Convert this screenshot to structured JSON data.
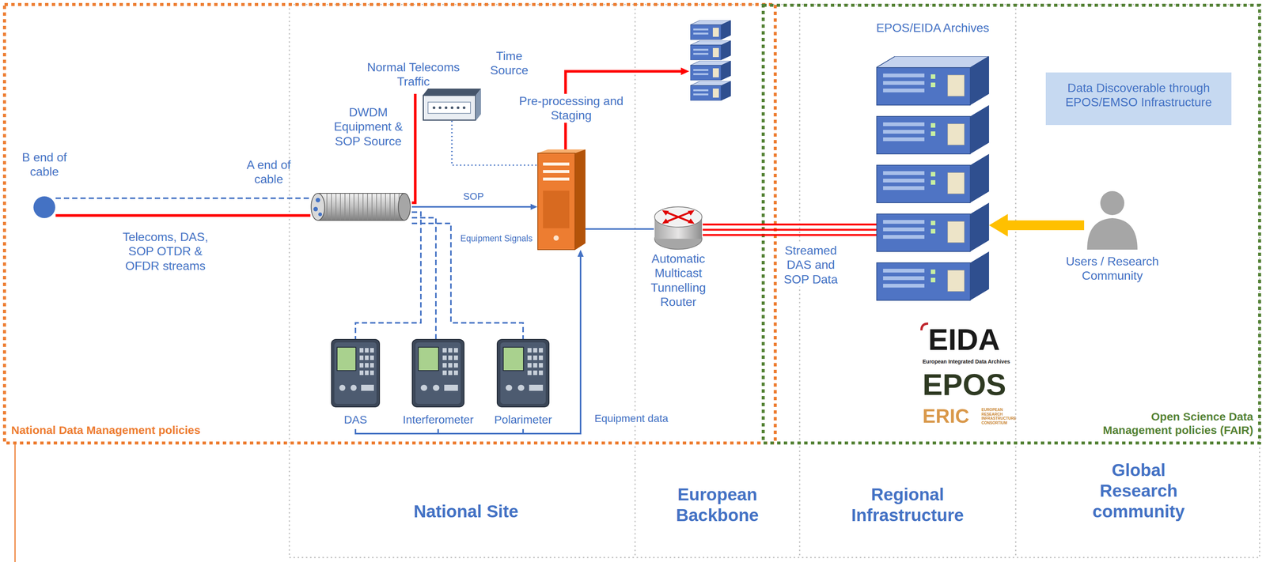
{
  "diagram": {
    "nodes": [
      {
        "text": [
          "B end of cable"
        ]
      },
      {
        "text": [
          "DWDM Equipment & SOP Source"
        ]
      },
      {
        "text": [
          "Time Source"
        ]
      },
      {
        "text": [
          "Pre-processing and Staging"
        ]
      },
      {
        "text": [
          "DAS"
        ]
      },
      {
        "text": [
          "Interferometer"
        ]
      },
      {
        "text": [
          "Polarimeter"
        ]
      },
      {
        "text": [
          "Automatic Multicast Tunnelling Router"
        ]
      },
      {
        "text": [
          "EPOS/EIDA Archives"
        ]
      },
      {
        "text": [
          "Data Discoverable through EPOS/EMSO Infrastructure"
        ]
      },
      {
        "text": [
          "Users / Research Community"
        ]
      }
    ],
    "edges": [
      {
        "from": 0,
        "to": 1,
        "arrow": "none",
        "label": "Telecoms, DAS, SOP OTDR & OFDR streams"
      },
      {
        "from": 1,
        "to": 3,
        "arrow": "to",
        "label": "SOP"
      },
      {
        "from": 2,
        "to": 3,
        "arrow": "none"
      },
      {
        "from": 1,
        "to": 4,
        "arrow": "none"
      },
      {
        "from": 1,
        "to": 5,
        "arrow": "none"
      },
      {
        "from": 1,
        "to": 6,
        "arrow": "none"
      },
      {
        "from": 4,
        "to": 3,
        "arrow": "to"
      },
      {
        "from": 5,
        "to": 3,
        "arrow": "to"
      },
      {
        "from": 6,
        "to": 3,
        "arrow": "to",
        "label": "Equipment data"
      },
      {
        "from": 3,
        "to": 7,
        "arrow": "none"
      },
      {
        "from": 7,
        "to": 8,
        "arrow": "none",
        "label": "Streamed DAS and SOP Data"
      },
      {
        "from": 10,
        "to": 8,
        "arrow": "to"
      }
    ],
    "labels": [
      "National Data Management policies",
      "Open Science Data Management policies (FAIR)",
      "National Site",
      "European Backbone",
      "Regional Infrastructure",
      "Global Research community",
      "Normal Telecoms Traffic",
      "A end of cable",
      "Equipment Signals",
      "EIDA",
      "European Integrated Data Archives",
      "EPOS",
      "ERIC",
      "EUROPEAN RESEARCH INFRASTRUCTURE CONSORTIUM"
    ]
  }
}
